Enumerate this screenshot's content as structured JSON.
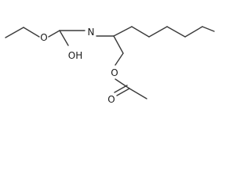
{
  "molecule": {
    "labels": {
      "ester_oxygen_left": "O",
      "nitrogen": "N",
      "hydroxyl": "OH",
      "ester_oxygen_right": "O",
      "carbonyl_oxygen": "O"
    }
  }
}
